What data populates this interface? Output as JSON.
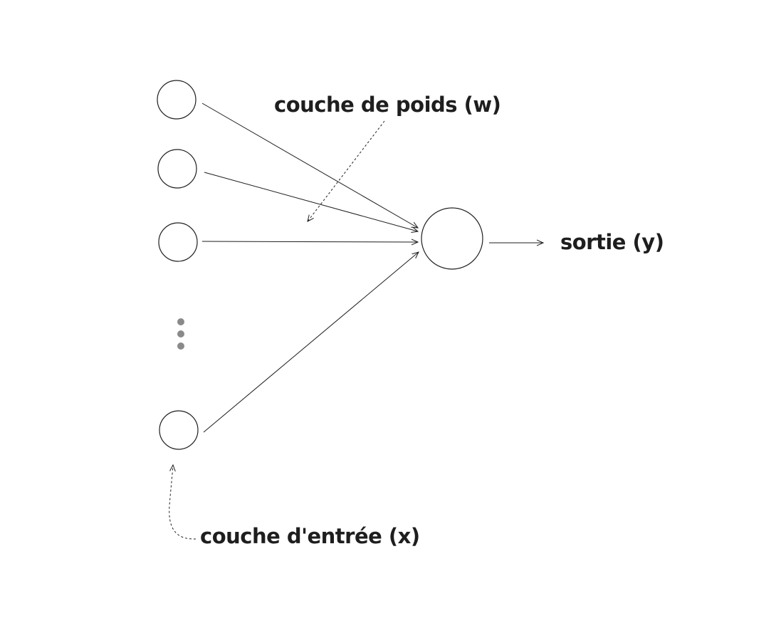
{
  "labels": {
    "weights": "couche de poids (w)",
    "output": "sortie (y)",
    "input": "couche d'entrée (x)"
  },
  "colors": {
    "stroke": "#1e1e1e",
    "ellipsis_dots": "#8a8a8a",
    "background": "#ffffff"
  }
}
